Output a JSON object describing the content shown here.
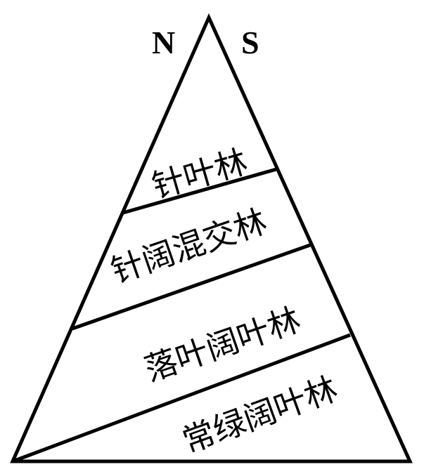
{
  "labels": {
    "north": "N",
    "south": "S"
  },
  "zones": [
    {
      "name": "针叶林"
    },
    {
      "name": "针阔混交林"
    },
    {
      "name": "落叶阔叶林"
    },
    {
      "name": "常绿阔叶林"
    }
  ]
}
